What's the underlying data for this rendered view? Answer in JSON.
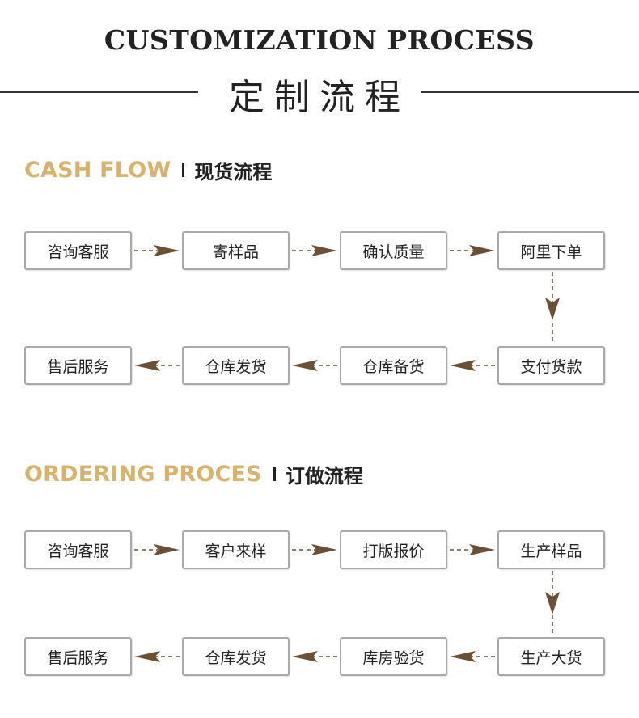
{
  "header": {
    "title_en": "CUSTOMIZATION PROCESS",
    "title_zh": "定制流程"
  },
  "cash_flow": {
    "title_en": "CASH FLOW",
    "title_zh": "现货流程",
    "steps": [
      "咨询客服",
      "寄样品",
      "确认质量",
      "阿里下单",
      "支付货款",
      "仓库备货",
      "仓库发货",
      "售后服务"
    ]
  },
  "ordering_flow": {
    "title_en": "ORDERING PROCES",
    "title_zh": "订做流程",
    "steps": [
      "咨询客服",
      "客户来样",
      "打版报价",
      "生产样品",
      "生产大货",
      "库房验货",
      "仓库发货",
      "售后服务"
    ]
  },
  "colors": {
    "accent": "#d9b36c",
    "arrow": "#6b5034",
    "box_border": "#a9a9a9",
    "text": "#222222"
  }
}
